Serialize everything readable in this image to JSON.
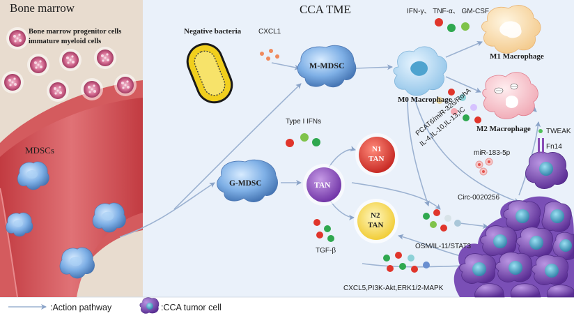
{
  "bone_marrow": {
    "title": "Bone marrow",
    "progenitor_label_line1": "Bone marrow progenitor cells",
    "progenitor_label_line2": "immature myeloid cells",
    "mdsc_label": "MDSCs"
  },
  "tme": {
    "title": "CCA TME",
    "negative_bacteria": "Negative bacteria",
    "cxcl1": "CXCL1",
    "m_mdsc": "M-MDSC",
    "g_mdsc": "G-MDSC",
    "m0": "M0 Macrophage",
    "m1": "M1 Macrophage",
    "m2": "M2 Macrophage",
    "cytokines_m1": "IFN-γ、 TNF-α、 GM-CSF",
    "pcat6_line1": "PCAT6/miR-326/RohA",
    "pcat6_line2": "IL-4,IL-10,IL-13,IC",
    "tweak": "TWEAK",
    "fn14": "Fn14",
    "mir183": "miR-183-5p",
    "circ": "Circ-0020256",
    "type1_ifns": "Type I IFNs",
    "tan": "TAN",
    "n1_line1": "N1",
    "n1_line2": "TAN",
    "n2_line1": "N2",
    "n2_line2": "TAN",
    "tgf": "TGF-β",
    "osm": "OSM/IL-11/STAT3",
    "cxcl5": "CXCL5,PI3K-Akt,ERK1/2-MAPK"
  },
  "legend": {
    "action_pathway": ":Action pathway",
    "tumor_cell": ":CCA tumor cell"
  },
  "colors": {
    "marrow_bg": "#e7dbcd",
    "tme_bg": "#e9f0f9",
    "vessel": "#d9595d",
    "arrow": "#9cb2d1",
    "mdsc": "#7fa7dc",
    "n1": "#d93630",
    "n2": "#f2d23b",
    "tan": "#8c4fc2",
    "tumor": "#7a4fb6"
  }
}
